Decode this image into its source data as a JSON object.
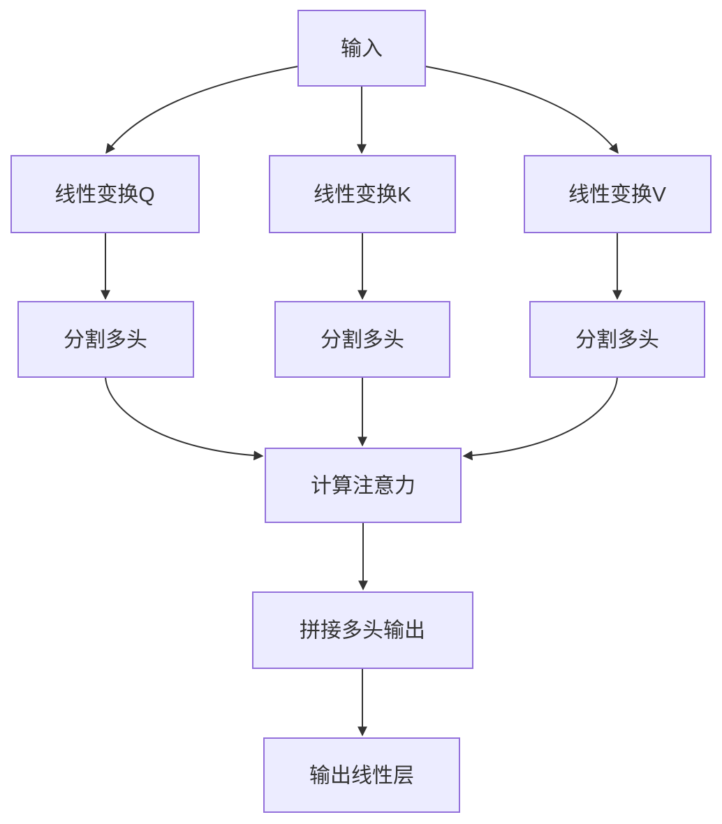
{
  "diagram": {
    "type": "flowchart",
    "direction": "top-down",
    "nodes": {
      "input": {
        "label": "输入"
      },
      "linear_q": {
        "label": "线性变换Q"
      },
      "linear_k": {
        "label": "线性变换K"
      },
      "linear_v": {
        "label": "线性变换V"
      },
      "split_q": {
        "label": "分割多头"
      },
      "split_k": {
        "label": "分割多头"
      },
      "split_v": {
        "label": "分割多头"
      },
      "attention": {
        "label": "计算注意力"
      },
      "concat": {
        "label": "拼接多头输出"
      },
      "output": {
        "label": "输出线性层"
      }
    },
    "edges": [
      {
        "from": "input",
        "to": "linear_q"
      },
      {
        "from": "input",
        "to": "linear_k"
      },
      {
        "from": "input",
        "to": "linear_v"
      },
      {
        "from": "linear_q",
        "to": "split_q"
      },
      {
        "from": "linear_k",
        "to": "split_k"
      },
      {
        "from": "linear_v",
        "to": "split_v"
      },
      {
        "from": "split_q",
        "to": "attention"
      },
      {
        "from": "split_k",
        "to": "attention"
      },
      {
        "from": "split_v",
        "to": "attention"
      },
      {
        "from": "attention",
        "to": "concat"
      },
      {
        "from": "concat",
        "to": "output"
      }
    ]
  },
  "colors": {
    "background": "#ffffff",
    "node_fill": "#ECECFF",
    "node_border": "#9370DB",
    "edge_line": "#333333",
    "text": "#333333"
  }
}
